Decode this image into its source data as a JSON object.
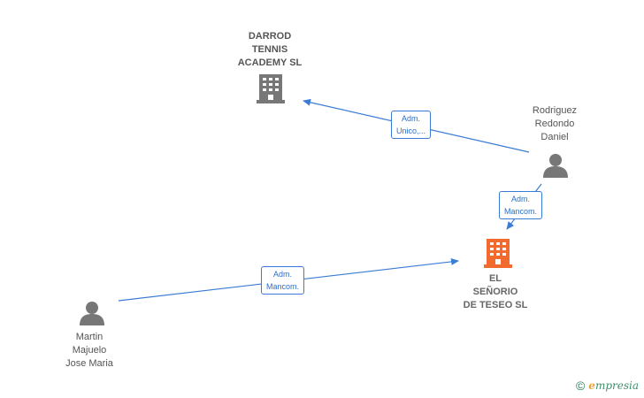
{
  "nodes": {
    "darrod": {
      "type": "company",
      "label_lines": [
        "DARROD",
        "TENNIS",
        "ACADEMY  SL"
      ],
      "color": "#777777"
    },
    "senorio": {
      "type": "company",
      "label_lines": [
        "EL",
        "SEÑORIO",
        "DE TESEO  SL"
      ],
      "color": "#f26a2e"
    },
    "rodriguez": {
      "type": "person",
      "label_lines": [
        "Rodriguez",
        "Redondo",
        "Daniel"
      ],
      "color": "#777777"
    },
    "martin": {
      "type": "person",
      "label_lines": [
        "Martin",
        "Majuelo",
        "Jose Maria"
      ],
      "color": "#777777"
    }
  },
  "edges": [
    {
      "from": "rodriguez",
      "to": "darrod",
      "label_lines": [
        "Adm.",
        "Unico,..."
      ]
    },
    {
      "from": "rodriguez",
      "to": "senorio",
      "label_lines": [
        "Adm.",
        "Mancom."
      ]
    },
    {
      "from": "martin",
      "to": "senorio",
      "label_lines": [
        "Adm.",
        "Mancom."
      ]
    }
  ],
  "colors": {
    "edge": "#3a7bd5"
  },
  "brand": {
    "copyright": "©",
    "e_mark": "e",
    "name": "mpresia"
  }
}
